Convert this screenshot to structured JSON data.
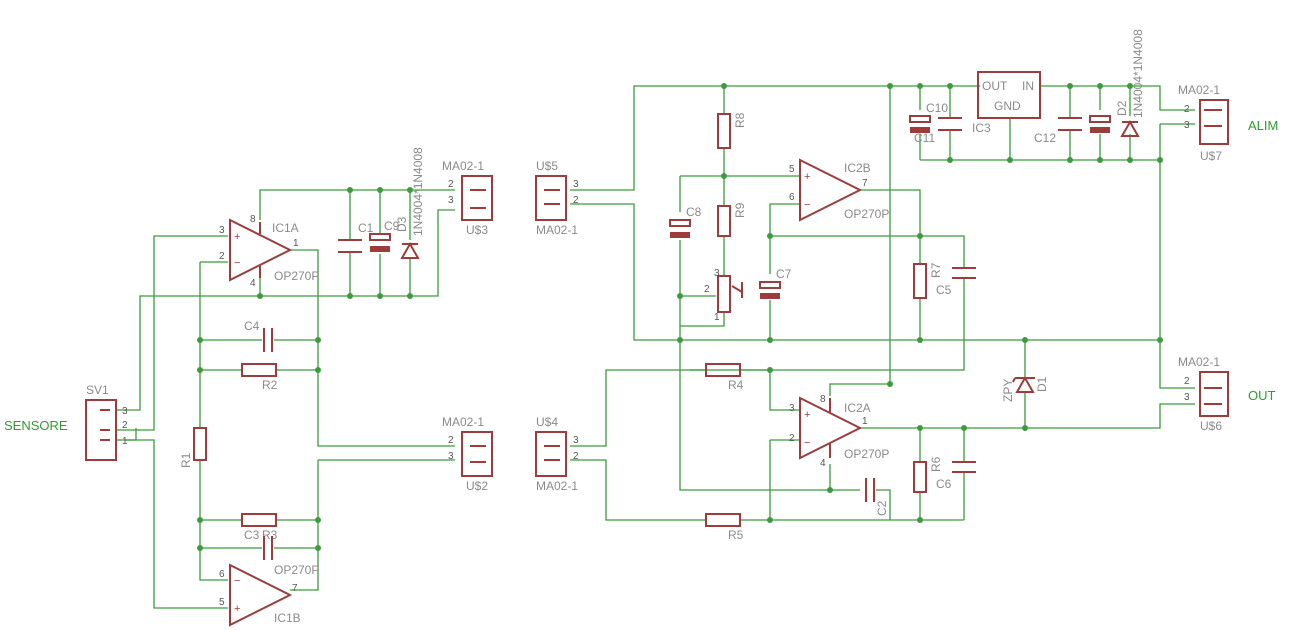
{
  "colors": {
    "wire": "#3c9b3c",
    "part": "#9c3c3c",
    "label": "#8a8a8a"
  },
  "nets": {
    "sensore": "SENSORE",
    "alim": "ALIM",
    "out": "OUT"
  },
  "opamps": {
    "ic1a": {
      "name": "IC1A",
      "value": "OP270P",
      "pins": [
        "3",
        "2",
        "1",
        "8",
        "4"
      ]
    },
    "ic1b": {
      "name": "IC1B",
      "value": "OP270P",
      "pins": [
        "6",
        "5",
        "7"
      ]
    },
    "ic2a": {
      "name": "IC2A",
      "value": "OP270P",
      "pins": [
        "3",
        "2",
        "1",
        "8",
        "4"
      ]
    },
    "ic2b": {
      "name": "IC2B",
      "value": "OP270P",
      "pins": [
        "5",
        "6",
        "7"
      ]
    }
  },
  "connectors": {
    "sv1": {
      "name": "SV1",
      "pins": [
        "3",
        "2",
        "1"
      ]
    },
    "u3": {
      "name": "U$3",
      "value": "MA02-1",
      "pins": [
        "2",
        "3"
      ]
    },
    "u2": {
      "name": "U$2",
      "value": "MA02-1",
      "pins": [
        "2",
        "3"
      ]
    },
    "u5": {
      "name": "U$5",
      "value": "MA02-1",
      "pins": [
        "3",
        "2"
      ]
    },
    "u4": {
      "name": "U$4",
      "value": "MA02-1",
      "pins": [
        "3",
        "2"
      ]
    },
    "u7": {
      "name": "U$7",
      "value": "MA02-1",
      "pins": [
        "2",
        "3"
      ]
    },
    "u6": {
      "name": "U$6",
      "value": "MA02-1",
      "pins": [
        "2",
        "3"
      ]
    }
  },
  "resistors": {
    "r1": "R1",
    "r2": "R2",
    "r3": "R3",
    "r4": "R4",
    "r5": "R5",
    "r6": "R6",
    "r7": "R7",
    "r8": "R8",
    "r9": "R9"
  },
  "capacitors": {
    "c1": "C1",
    "c2": "C2",
    "c3": "C3",
    "c4": "C4",
    "c5": "C5",
    "c6": "C6",
    "c7": "C7",
    "c8": "C8",
    "c9": "C9",
    "c10": "C10",
    "c11": "C11",
    "c12": "C12"
  },
  "diodes": {
    "d3": {
      "name": "D3",
      "value": "1N4004*1N4008"
    },
    "d2": {
      "name": "D2",
      "value": "1N4004*1N4008"
    },
    "d1": {
      "name": "D1",
      "value": "ZPY"
    }
  },
  "regulator": {
    "name": "IC3",
    "out": "OUT",
    "in": "IN",
    "gnd": "GND"
  },
  "trimmer": {
    "pins": [
      "3",
      "2",
      "1"
    ]
  }
}
